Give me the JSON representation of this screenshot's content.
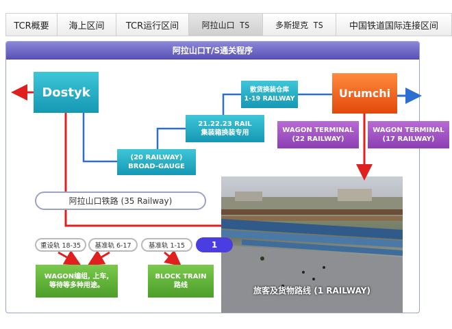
{
  "tabs": [
    {
      "label": "TCR概要"
    },
    {
      "label": "海上区间"
    },
    {
      "label": "TCR运行区间"
    },
    {
      "label": "阿拉山口 TS"
    },
    {
      "label": "多斯提克 TS"
    },
    {
      "label": "中国铁道国际连接区间"
    }
  ],
  "panel": {
    "title": "阿拉山口T/S通关程序"
  },
  "nodes": {
    "dostyk": "Dostyk",
    "urumchi": "Urumchi",
    "step1_line1": "(20 RAILWAY)",
    "step1_line2": "BROAD-GAUGE",
    "step2_line1": "21.22.23 RAIL",
    "step2_line2": "集装箱换装专用",
    "step3_line1": "散货换装仓库",
    "step3_line2": "1-19 RAILWAY",
    "wagon22_line1": "WAGON TERMINAL",
    "wagon22_line2": "(22 RAILWAY)",
    "wagon17_line1": "WAGON  TERMINAL",
    "wagon17_line2": "(17 RAILWAY)"
  },
  "railway_pill": "阿拉山口铁路 (35 Railway)",
  "tracks": [
    "重设轨 18-35",
    "基准轨 6-17",
    "基准轨 1-15"
  ],
  "badge": "1",
  "photo_caption": "旅客及货物路线 (1 RAILWAY)",
  "results": {
    "wagon_line1": "WAGON编组, 上车,",
    "wagon_line2": "等待等多种用途。",
    "block_line1": "BLOCK TRAIN",
    "block_line2": "路线"
  },
  "colors": {
    "teal": "#1fa7c2",
    "orange": "#e8561a",
    "purple": "#9a4bc2",
    "green": "#5aae33",
    "red_line": "#e0201e",
    "blue_line": "#2a6fd1",
    "badge": "#4b3ee0"
  }
}
